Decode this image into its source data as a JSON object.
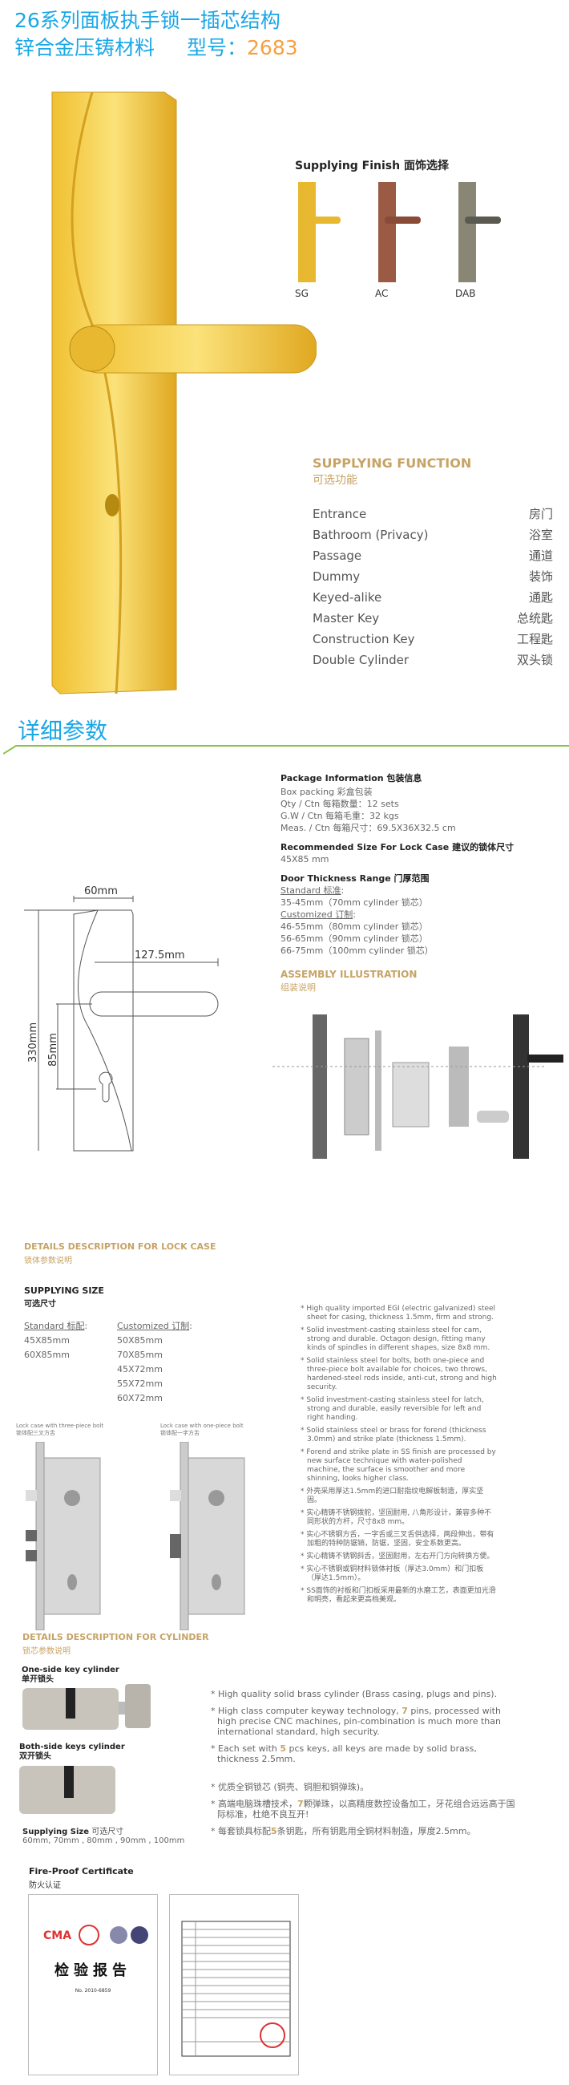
{
  "header": {
    "line1": "26系列面板执手锁一插芯结构",
    "line2_prefix": "锌合金压铸材料",
    "model_label": "型号：",
    "model": "2683"
  },
  "finish": {
    "title": "Supplying Finish 面饰选择",
    "items": [
      {
        "code": "SG",
        "color": "#e8b830"
      },
      {
        "code": "AC",
        "color": "#9a5a44"
      },
      {
        "code": "DAB",
        "color": "#8a8676"
      }
    ]
  },
  "functions": {
    "title": "SUPPLYING FUNCTION",
    "title_cn": "可选功能",
    "items": [
      {
        "en": "Entrance",
        "cn": "房门"
      },
      {
        "en": "Bathroom (Privacy)",
        "cn": "浴室"
      },
      {
        "en": "Passage",
        "cn": "通道"
      },
      {
        "en": "Dummy",
        "cn": "装饰"
      },
      {
        "en": "Keyed-alike",
        "cn": "通匙"
      },
      {
        "en": "Master Key",
        "cn": "总统匙"
      },
      {
        "en": "Construction Key",
        "cn": "工程匙"
      },
      {
        "en": "Double Cylinder",
        "cn": "双头锁"
      }
    ]
  },
  "details": {
    "title": "详细参数"
  },
  "drawing": {
    "width": "60mm",
    "handle": "127.5mm",
    "height": "330mm",
    "center": "85mm"
  },
  "package": {
    "title": "Package  Information 包装信息",
    "lines": [
      "Box packing 彩盒包装",
      "Qty / Ctn 每箱数量：12 sets",
      "G.W / Ctn 每箱毛重：32 kgs",
      "Meas. / Ctn 每箱尺寸：69.5X36X32.5 cm"
    ]
  },
  "lockcase_size": {
    "title": "Recommended Size For Lock Case  建议的锁体尺寸",
    "value": "45X85 mm"
  },
  "door": {
    "title": "Door Thickness Range 门厚范围",
    "standard_label": "Standard 标准",
    "standard": [
      "35-45mm（70mm cylinder 锁芯）"
    ],
    "custom_label": "Customized 订制",
    "custom": [
      "46-55mm（80mm cylinder 锁芯）",
      "56-65mm（90mm cylinder 锁芯）",
      "66-75mm（100mm cylinder 锁芯）"
    ]
  },
  "assembly": {
    "title": "ASSEMBLY ILLUSTRATION",
    "title_cn": "组装说明"
  },
  "lockcase": {
    "title": "DETAILS DESCRIPTION FOR LOCK CASE",
    "title_cn": "锁体参数说明",
    "size_title": "SUPPLYING SIZE",
    "size_title_cn": "可选尺寸",
    "standard_label": "Standard 标配",
    "standard": [
      "45X85mm",
      "60X85mm"
    ],
    "custom_label": "Customized 订制",
    "custom": [
      "50X85mm",
      "70X85mm",
      "45X72mm",
      "55X72mm",
      "60X72mm"
    ],
    "case1": {
      "en": "Lock case with three-piece bolt",
      "cn": "锁体配三叉方舌"
    },
    "case2": {
      "en": "Lock case with one-piece bolt",
      "cn": "锁体配一字方舌"
    },
    "bullets": [
      "* High quality imported EGI (electric galvanized) steel sheet for casing, thickness 1.5mm, firm and strong.",
      "* Solid investment-casting stainless steel for cam, strong and durable. Octagon design, fitting many kinds of spindles in different shapes, size 8x8 mm.",
      "* Solid stainless steel for bolts, both one-piece and three-piece bolt available for choices, two throws, hardened-steel rods inside, anti-cut, strong and high security.",
      "* Solid investment-casting stainless steel for latch, strong and durable, easily reversible for left and right handing.",
      "* Solid stainless steel or brass for forend (thickness 3.0mm) and strike plate (thickness 1.5mm).",
      "* Forend and strike plate in SS finish are processed by new surface technique with water-polished machine, the surface is smoother and more shinning, looks higher class.",
      "* 外壳采用厚达1.5mm的进口耐指纹电解板制造，厚实坚固。",
      "* 实心精铸不锈钢拨舵，坚固耐用, 八角形设计，兼容多种不同形状的方杆，尺寸8x8 mm。",
      "* 实心不锈钢方舌，一字舌或三叉舌供选择，两段伸出，带有加粗的特种防锯销，防锯，坚固，安全系数更高。",
      "* 实心精铸不锈钢斜舌，坚固耐用，左右开门方向转换方便。",
      "* 实心不锈钢或铜材料锁体衬板（厚达3.0mm）和门扣板（厚达1.5mm）。",
      "* SS面饰的衬板和门扣板采用最新的水磨工艺，表面更加光滑和明亮，看起来更高档美观。"
    ]
  },
  "cylinder": {
    "title": "DETAILS DESCRIPTION FOR CYLINDER",
    "title_cn": "锁芯参数说明",
    "one": {
      "en": "One-side key cylinder",
      "cn": "单开锁头"
    },
    "both": {
      "en": "Both-side keys cylinder",
      "cn": "双开锁头"
    },
    "size_title": "Supplying Size",
    "size_title_cn": "可选尺寸",
    "sizes": "60mm, 70mm , 80mm , 90mm , 100mm",
    "bullets": [
      {
        "pre": "* High quality solid brass cylinder (Brass casing, plugs and pins).",
        "hl": "",
        "post": ""
      },
      {
        "pre": "* High class computer keyway technology, ",
        "hl": "7",
        "post": " pins, processed with high precise CNC machines, pin-combination is much more than international standard, high security."
      },
      {
        "pre": "* Each set with ",
        "hl": "5",
        "post": " pcs keys, all keys are made by solid brass, thickness 2.5mm."
      },
      {
        "pre": "* 优质全铜锁芯 (铜壳、铜胆和铜弹珠)。",
        "hl": "",
        "post": ""
      },
      {
        "pre": "* 高端电脑珠槽技术，",
        "hl": "7",
        "post": "颗弹珠，以高精度数控设备加工，牙花组合远远高于国际标准，杜绝不良互开!"
      },
      {
        "pre": "* 每套锁具标配",
        "hl": "5",
        "post": "条钥匙，所有钥匙用全铜材料制造，厚度2.5mm。"
      }
    ]
  },
  "certificate": {
    "title": "Fire-Proof Certificate",
    "title_cn": "防火认证",
    "report_title": "检验报告",
    "report_no": "No. 2010-6859"
  }
}
